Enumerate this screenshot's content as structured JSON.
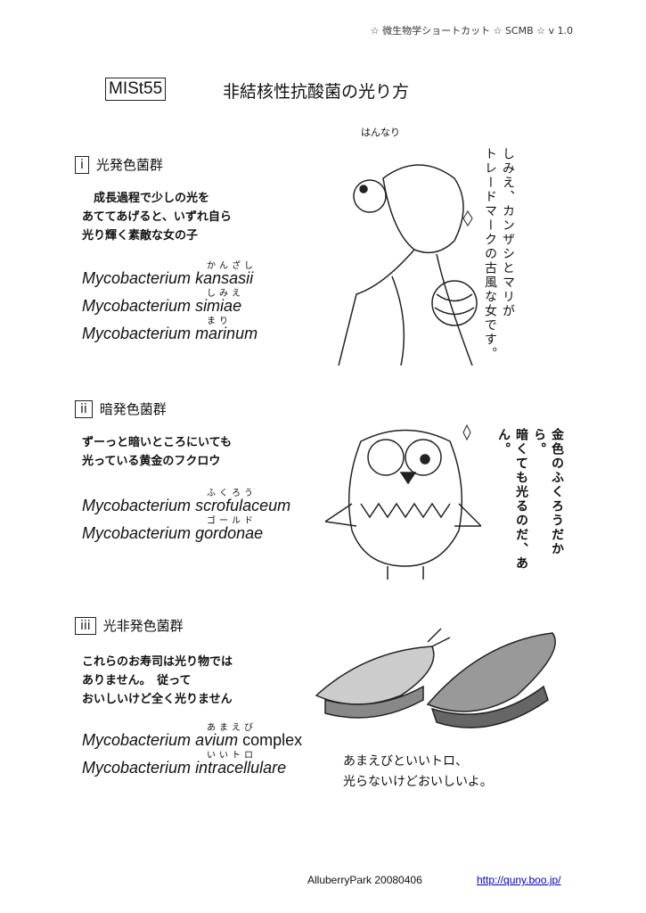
{
  "header": "☆ 微生物学ショートカット ☆ SCMB ☆ v 1.0",
  "code": "MISt55",
  "title": "非結核性抗酸菌の光り方",
  "sections": [
    {
      "num": "i",
      "label": "光発色菌群",
      "body": [
        "成長過程で少しの光を",
        "あててあげると、いずれ自ら",
        "光り輝く素敵な女の子"
      ],
      "species": [
        {
          "genus": "Mycobacterium",
          "name": "kansasii",
          "ruby": "かんざし"
        },
        {
          "genus": "Mycobacterium",
          "name": "simiae",
          "ruby": "しみえ"
        },
        {
          "genus": "Mycobacterium",
          "name": "marinum",
          "ruby": "まり"
        }
      ],
      "notes": [
        "はんなり",
        "しみえ、カンザシとマリが",
        "トレードマークの古風な女です。"
      ]
    },
    {
      "num": "ii",
      "label": "暗発色菌群",
      "body": [
        "ずーっと暗いところにいても",
        "光っている黄金のフクロウ"
      ],
      "species": [
        {
          "genus": "Mycobacterium",
          "name": "scrofulaceum",
          "ruby": "ふくろう"
        },
        {
          "genus": "Mycobacterium",
          "name": "gordonae",
          "ruby": "ゴールド"
        }
      ],
      "notes": [
        "金色のふくろうだから。",
        "暗くても光るのだ、あん。"
      ]
    },
    {
      "num": "iii",
      "label": "光非発色菌群",
      "body": [
        "これらのお寿司は光り物では",
        "ありません。　従って",
        "おいしいけど全く光りません"
      ],
      "species": [
        {
          "genus": "Mycobacterium",
          "name": "avium",
          "suffix": " complex",
          "ruby": "あまえび"
        },
        {
          "genus": "Mycobacterium",
          "name": "intracellulare",
          "ruby": "いいトロ"
        }
      ],
      "notes": [
        "あまえびといいトロ、",
        "光らないけどおいしいよ。"
      ]
    }
  ],
  "footer": {
    "credit": "AlluberryPark 20080406",
    "link": "http://quny.boo.jp/"
  }
}
